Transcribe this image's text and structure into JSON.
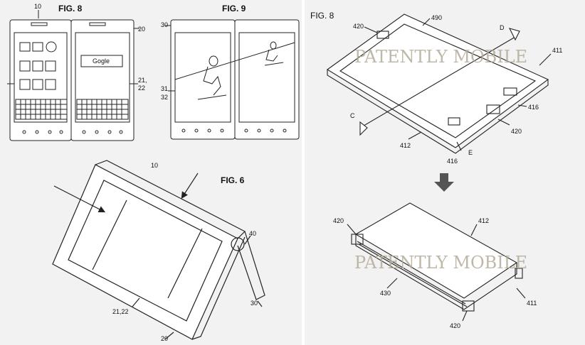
{
  "left_panel": {
    "fig8": {
      "title": "FIG. 8",
      "ref_top": "10",
      "ref_right": "20",
      "ref_side": "21,\n22",
      "search_text": "Gogle"
    },
    "fig9": {
      "title": "FIG. 9",
      "ref_left_top": "30",
      "ref_left_mid_1": "31",
      "ref_left_mid_2": "32"
    },
    "fig6": {
      "title": "FIG. 6",
      "ref_top": "10",
      "ref_hinge": "40",
      "ref_leg": "30",
      "ref_screen": "21,22",
      "ref_bottom": "20"
    }
  },
  "right_panel": {
    "fig8": {
      "title": "FIG. 8",
      "watermark_top": "PATENTLY MOBILE",
      "watermark_bottom": "PATENTLY MOBILE",
      "refs_top": {
        "r420_top": "420",
        "r490": "490",
        "rD": "D",
        "r411": "411",
        "r416_right": "416",
        "rC": "C",
        "r412": "412",
        "r416_bottom": "416",
        "rE": "E",
        "r420_right": "420"
      },
      "refs_bottom": {
        "r420_top": "420",
        "r412": "412",
        "r430": "430",
        "r411": "411",
        "r420_bottom": "420"
      }
    }
  },
  "colors": {
    "background": "#f2f2f2",
    "line": "#222222",
    "watermark": "#b3ab99",
    "arrow": "#555555"
  }
}
